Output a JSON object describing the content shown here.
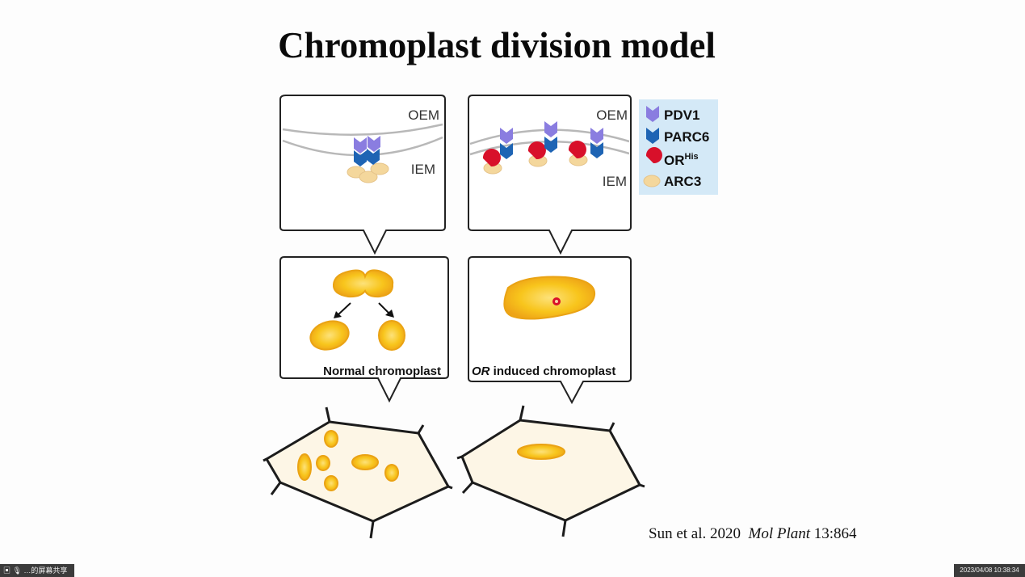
{
  "slide": {
    "title": "Chromoplast division model",
    "citation": {
      "authors_year": "Sun et al. 2020",
      "journal": "Mol Plant",
      "ref": "13:864"
    }
  },
  "diagram": {
    "membrane_labels": {
      "outer": "OEM",
      "inner": "IEM"
    },
    "legend": [
      {
        "label": "PDV1",
        "icon": "pdv1-icon",
        "color": "#8a7de0"
      },
      {
        "label": "PARC6",
        "icon": "parc6-icon",
        "color": "#1e64b4"
      },
      {
        "label": "OR",
        "sup": "His",
        "icon": "or-his-icon",
        "color": "#d8102a"
      },
      {
        "label": "ARC3",
        "icon": "arc3-icon",
        "color": "#f4d79c"
      }
    ],
    "normal_caption": "Normal chromoplast",
    "or_caption_italic": "OR",
    "or_caption_rest": " induced chromoplast"
  },
  "status": {
    "left_label": "▣ 🎙 …的屏幕共享",
    "timestamp": "2023/04/08 10:38:34"
  },
  "colors": {
    "plastid_fill": "#f7c21a",
    "plastid_edge": "#e8a112",
    "legend_bg": "#d4e9f7",
    "cell_fill": "#fdf6e6"
  }
}
